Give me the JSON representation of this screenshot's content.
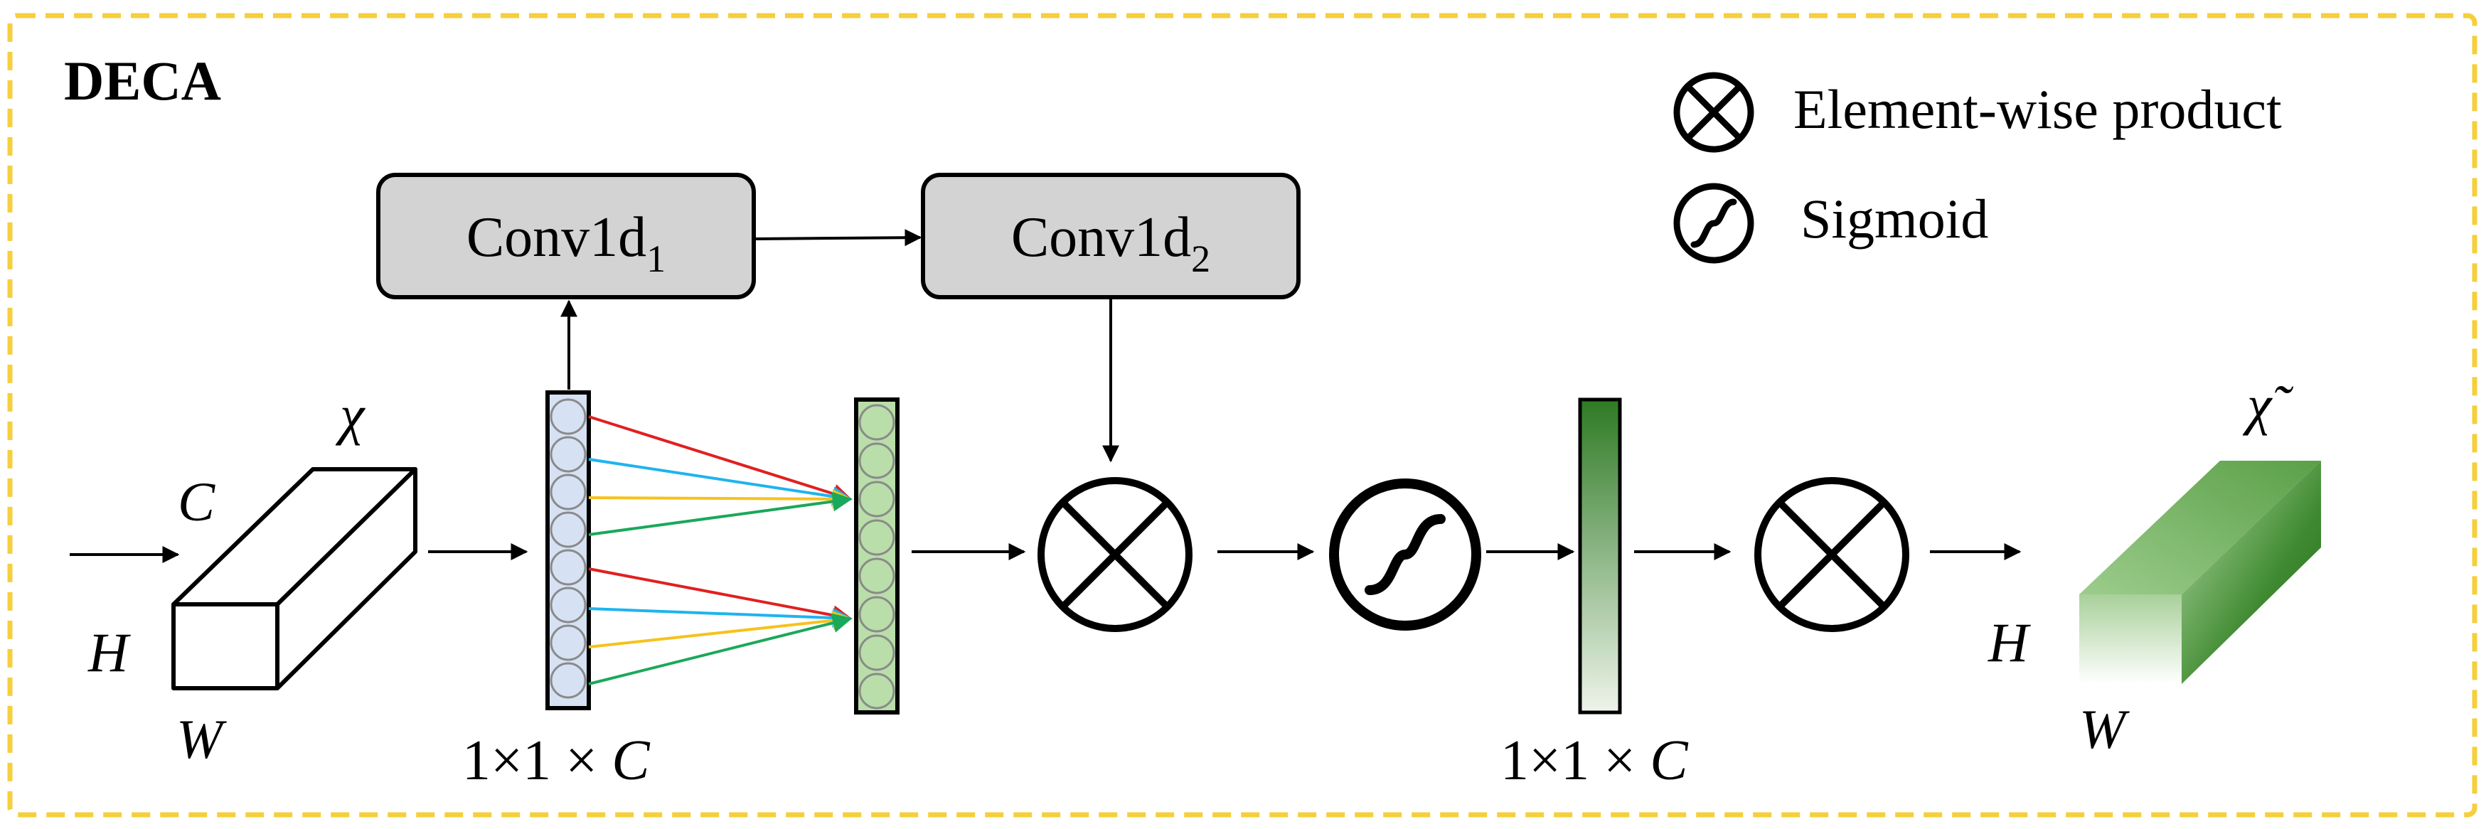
{
  "title": "DECA",
  "legend": {
    "product_label": "Element-wise product",
    "sigmoid_label": "Sigmoid"
  },
  "conv1": {
    "base": "Conv1d",
    "sub": "1"
  },
  "conv2": {
    "base": "Conv1d",
    "sub": "2"
  },
  "input_tensor": {
    "symbol": "χ",
    "c_label": "C",
    "h_label": "H",
    "w_label": "W"
  },
  "output_tensor": {
    "symbol": "χ̃",
    "h_label": "H",
    "w_label": "W"
  },
  "vector_dims_left": {
    "prefix": "1×1 × ",
    "c": "C"
  },
  "vector_dims_right": {
    "prefix": "1×1 × ",
    "c": "C"
  },
  "colors": {
    "border_dash": "#f5cf3c",
    "box_fill": "#d3d3d3",
    "node_blue": "#d6e2f3",
    "node_green": "#b9dea9",
    "arrow_red": "#e02020",
    "arrow_blue": "#1eb4ee",
    "arrow_yellow": "#f6c21c",
    "arrow_green": "#1aa85a",
    "dark_green": "#2e7a24"
  }
}
